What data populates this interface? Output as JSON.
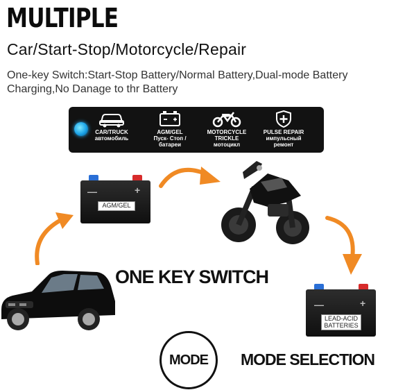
{
  "header": {
    "title": "MULTIPLE",
    "subtitle": "Car/Start-Stop/Motorcycle/Repair",
    "description": "One-key Switch:Start-Stop Battery/Normal Battery,Dual-mode Battery Charging,No Danage to thr Battery"
  },
  "mode_panel": {
    "items": [
      {
        "icon": "car-icon",
        "label": "CAR/TRUCK\nавтомобиль"
      },
      {
        "icon": "battery-icon",
        "label": "AGM/GEL\nПуск- Стоп / батареи"
      },
      {
        "icon": "motorcycle-icon",
        "label": "MOTORCYCLE\nTRICKLE\nмотоцикл"
      },
      {
        "icon": "repair-shield-icon",
        "label": "PULSE REPAIR\nимпульсный\nремонт"
      }
    ]
  },
  "batteries": {
    "agm_label": "AGM/GEL",
    "lead_acid_label": "LEAD-ACID\nBATTERIES"
  },
  "captions": {
    "one_key_switch": "ONE KEY SWITCH",
    "mode_button": "MODE",
    "mode_selection": "MODE SELECTION"
  },
  "colors": {
    "arrow": "#f08a24",
    "panel": "#121212",
    "led": "#1aa3e8",
    "terminal_positive": "#d72b2b",
    "terminal_negative": "#2a6fd6"
  }
}
